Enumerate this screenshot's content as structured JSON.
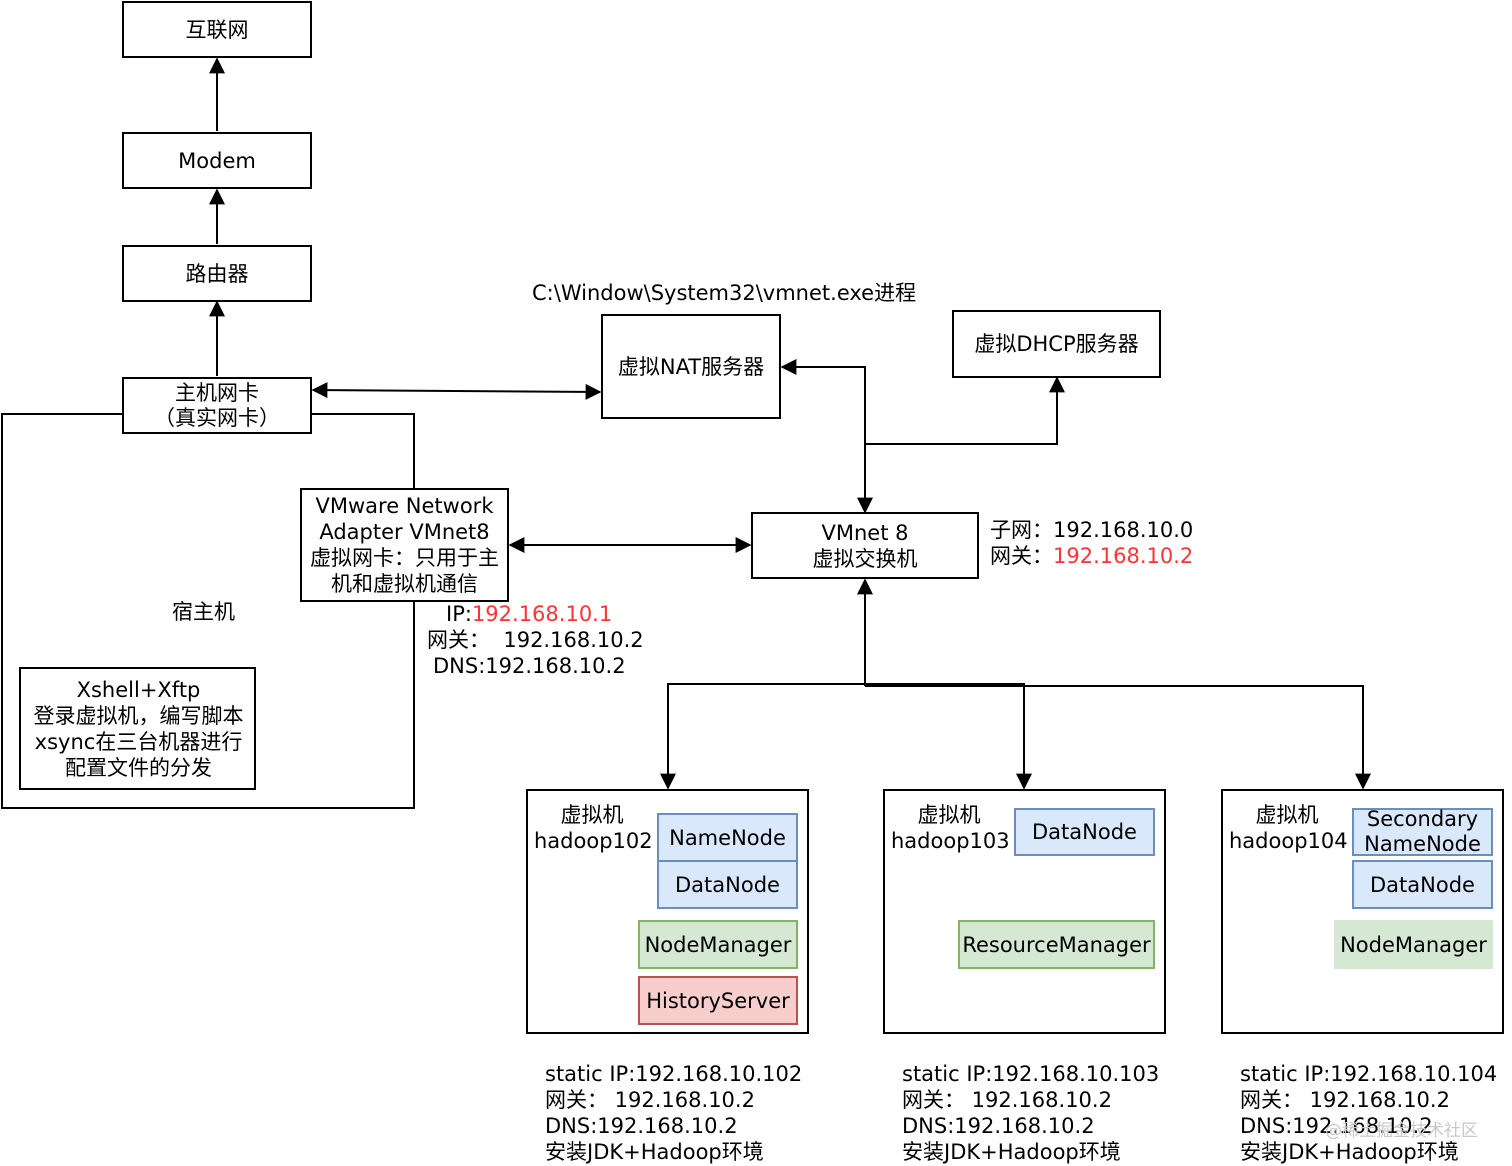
{
  "nodes": {
    "internet": "互联网",
    "modem": "Modem",
    "router": "路由器",
    "host_nic": "主机网卡\n（真实网卡）",
    "nat_server": "虚拟NAT服务器",
    "dhcp_server": "虚拟DHCP服务器",
    "vmware_adapter": "VMware Network\nAdapter VMnet8\n虚拟网卡：只用于主\n机和虚拟机通信",
    "vmnet8_switch": "VMnet 8\n虚拟交换机",
    "xshell": "Xshell+Xftp\n登录虚拟机，编写脚本\nxsync在三台机器进行\n配置文件的分发"
  },
  "labels": {
    "vmnet_process": "C:\\Window\\System32\\vmnet.exe进程",
    "host_machine": "宿主机",
    "subnet_prefix": "子网：",
    "subnet_value": "192.168.10.0",
    "gateway_prefix": "网关：",
    "gateway_value": "192.168.10.2",
    "adapter_ip_prefix": "IP:",
    "adapter_ip_value": "192.168.10.1",
    "adapter_gateway": "网关：  192.168.10.2",
    "adapter_dns": "DNS:192.168.10.2"
  },
  "vms": [
    {
      "title": "虚拟机\nhadoop102",
      "roles": [
        "NameNode",
        "DataNode",
        "NodeManager",
        "HistoryServer"
      ],
      "info": "static IP:192.168.10.102\n网关：  192.168.10.2\nDNS:192.168.10.2\n安装JDK+Hadoop环境"
    },
    {
      "title": "虚拟机\nhadoop103",
      "roles": [
        "DataNode",
        "ResourceManager"
      ],
      "info": "static IP:192.168.10.103\n网关：  192.168.10.2\nDNS:192.168.10.2\n安装JDK+Hadoop环境"
    },
    {
      "title": "虚拟机\nhadoop104",
      "roles": [
        "Secondary\nNameNode",
        "DataNode",
        "NodeManager"
      ],
      "info": "static IP:192.168.10.104\n网关：  192.168.10.2\nDNS:192.168.10.2\n安装JDK+Hadoop环境"
    }
  ],
  "watermark": "@稀土掘金技术社区",
  "colors": {
    "highlight": "#ff3333",
    "role_blue": "#dae8fc",
    "role_green": "#d5e8d4",
    "role_red": "#f8cecc"
  }
}
